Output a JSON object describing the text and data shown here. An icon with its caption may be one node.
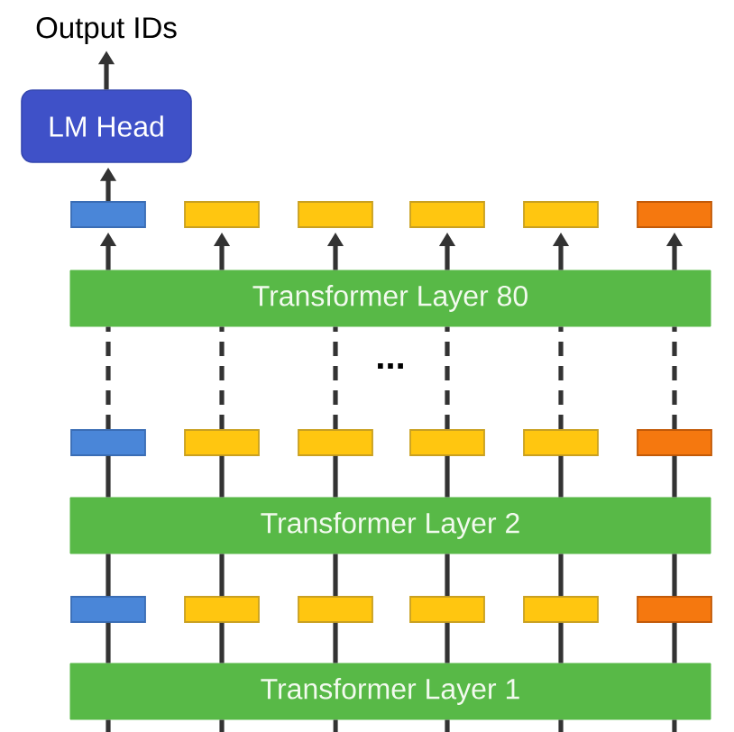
{
  "diagram": {
    "nodes": [
      {
        "text": [
          "Output IDs"
        ]
      },
      {
        "text": [
          "LM Head"
        ]
      },
      {
        "text": [],
        "shape": "box"
      },
      {
        "text": [],
        "shape": "box"
      },
      {
        "text": [],
        "shape": "box"
      },
      {
        "text": [],
        "shape": "box"
      },
      {
        "text": [],
        "shape": "box"
      },
      {
        "text": [],
        "shape": "box"
      },
      {
        "text": [
          "Transformer Layer 80"
        ]
      },
      {
        "text": [],
        "shape": "box"
      },
      {
        "text": [],
        "shape": "box"
      },
      {
        "text": [],
        "shape": "box"
      },
      {
        "text": [],
        "shape": "box"
      },
      {
        "text": [],
        "shape": "box"
      },
      {
        "text": [],
        "shape": "box"
      },
      {
        "text": [
          "Transformer Layer 2"
        ]
      },
      {
        "text": [],
        "shape": "box"
      },
      {
        "text": [],
        "shape": "box"
      },
      {
        "text": [],
        "shape": "box"
      },
      {
        "text": [],
        "shape": "box"
      },
      {
        "text": [],
        "shape": "box"
      },
      {
        "text": [],
        "shape": "box"
      },
      {
        "text": [
          "Transformer Layer 1"
        ]
      }
    ],
    "edges": [
      {
        "from": 1,
        "to": 0,
        "arrow": "to"
      },
      {
        "from": 2,
        "to": 1,
        "arrow": "to"
      },
      {
        "from": 8,
        "to": 2,
        "arrow": "to"
      },
      {
        "from": 8,
        "to": 3,
        "arrow": "to"
      },
      {
        "from": 8,
        "to": 4,
        "arrow": "to"
      },
      {
        "from": 8,
        "to": 5,
        "arrow": "to"
      },
      {
        "from": 8,
        "to": 6,
        "arrow": "to"
      },
      {
        "from": 8,
        "to": 7,
        "arrow": "to"
      },
      {
        "from": 9,
        "to": 8,
        "arrow": "none",
        "style": "dashed"
      },
      {
        "from": 10,
        "to": 8,
        "arrow": "none",
        "style": "dashed"
      },
      {
        "from": 11,
        "to": 8,
        "arrow": "none",
        "style": "dashed"
      },
      {
        "from": 12,
        "to": 8,
        "arrow": "none",
        "style": "dashed"
      },
      {
        "from": 13,
        "to": 8,
        "arrow": "none",
        "style": "dashed"
      },
      {
        "from": 14,
        "to": 8,
        "arrow": "none",
        "style": "dashed"
      },
      {
        "from": 15,
        "to": 9,
        "arrow": "none"
      },
      {
        "from": 15,
        "to": 10,
        "arrow": "none"
      },
      {
        "from": 15,
        "to": 11,
        "arrow": "none"
      },
      {
        "from": 15,
        "to": 12,
        "arrow": "none"
      },
      {
        "from": 15,
        "to": 13,
        "arrow": "none"
      },
      {
        "from": 15,
        "to": 14,
        "arrow": "none"
      },
      {
        "from": 16,
        "to": 15,
        "arrow": "none"
      },
      {
        "from": 17,
        "to": 15,
        "arrow": "none"
      },
      {
        "from": 18,
        "to": 15,
        "arrow": "none"
      },
      {
        "from": 19,
        "to": 15,
        "arrow": "none"
      },
      {
        "from": 20,
        "to": 15,
        "arrow": "none"
      },
      {
        "from": 21,
        "to": 15,
        "arrow": "none"
      },
      {
        "from": 22,
        "to": 16,
        "arrow": "none"
      },
      {
        "from": 22,
        "to": 17,
        "arrow": "none"
      },
      {
        "from": 22,
        "to": 18,
        "arrow": "none"
      },
      {
        "from": 22,
        "to": 19,
        "arrow": "none"
      },
      {
        "from": 22,
        "to": 20,
        "arrow": "none"
      },
      {
        "from": 22,
        "to": 21,
        "arrow": "none"
      },
      {
        "from": null,
        "to": 22,
        "arrow": "none"
      },
      {
        "from": null,
        "to": 22,
        "arrow": "none"
      },
      {
        "from": null,
        "to": 22,
        "arrow": "none"
      },
      {
        "from": null,
        "to": 22,
        "arrow": "none"
      },
      {
        "from": null,
        "to": 22,
        "arrow": "none"
      },
      {
        "from": null,
        "to": 22,
        "arrow": "none"
      }
    ],
    "labels": [
      "..."
    ]
  }
}
